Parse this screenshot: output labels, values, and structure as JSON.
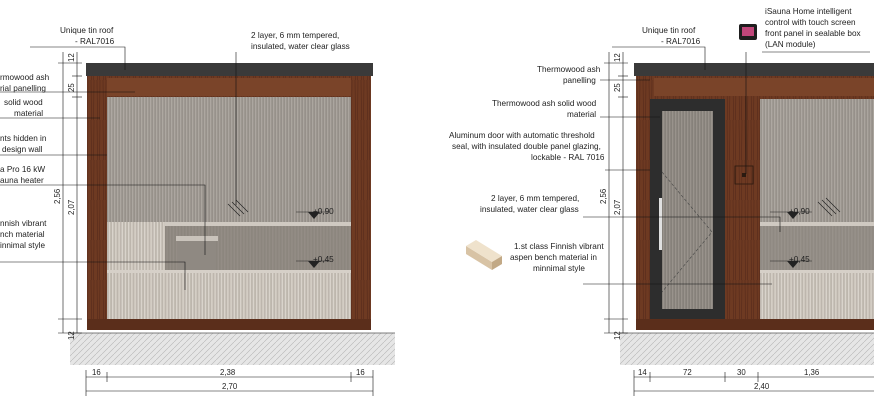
{
  "colors": {
    "roof": "#3a3a3a",
    "wood": "#6e3a22",
    "wood_dark": "#4a2414",
    "glass": "#8a857f",
    "slat": "#b9b2aa",
    "door_frame": "#2d2d2d",
    "ground": "#cfcfcf"
  },
  "left_view": {
    "labels": {
      "roof": [
        "Unique tin roof",
        "- RAL7016"
      ],
      "glass": [
        "2 layer, 6 mm tempered,",
        "insulated, water clear glass"
      ],
      "panelling": [
        "rmowood ash",
        "rial panelling"
      ],
      "solid_wood": [
        "solid wood",
        "material"
      ],
      "lights": [
        "nts hidden in",
        "design wall"
      ],
      "heater": [
        "a Pro 16 kW",
        "auna heater"
      ],
      "bench": [
        "nnish vibrant",
        "nch material",
        "innimal style"
      ]
    },
    "levels": [
      "+0,90",
      "+0,45"
    ],
    "dims": {
      "v_12_top": "12",
      "v_25": "25",
      "v_256": "2,56",
      "v_207": "2,07",
      "v_12_bot": "12",
      "h_16_left": "16",
      "h_238": "2,38",
      "h_16_right": "16",
      "h_270": "2,70"
    }
  },
  "right_view": {
    "labels": {
      "roof": [
        "Unique tin roof",
        "- RAL7016"
      ],
      "control": [
        "iSauna Home intelligent",
        "control with touch screen",
        "front panel in sealable box",
        "(LAN module)"
      ],
      "panelling": [
        "Thermowood ash",
        "panelling"
      ],
      "solid_wood": [
        "Thermowood ash  solid wood",
        "material"
      ],
      "door": [
        "Aluminum door with automatic threshold",
        "seal, with insulated double panel glazing,",
        "lockable - RAL 7016"
      ],
      "glass": [
        "2 layer, 6 mm tempered,",
        "insulated, water clear glass"
      ],
      "bench": [
        "1.st class Finnish vibrant",
        "aspen bench material in",
        "minnimal style"
      ]
    },
    "levels": [
      "+0,90",
      "+0,45"
    ],
    "dims": {
      "v_12_top": "12",
      "v_25": "25",
      "v_256": "2,56",
      "v_207": "2,07",
      "v_12_bot": "12",
      "h_14": "14",
      "h_72": "72",
      "h_30": "30",
      "h_136": "1,36",
      "h_240": "2,40"
    }
  }
}
